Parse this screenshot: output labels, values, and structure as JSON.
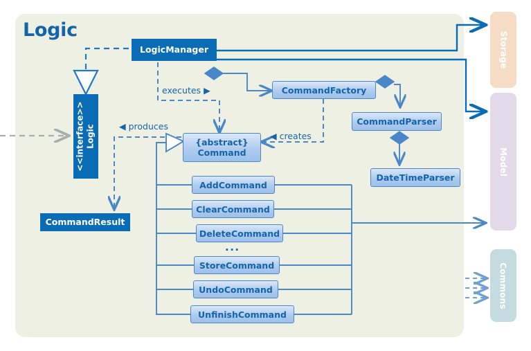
{
  "diagram": {
    "type": "uml-class-diagram",
    "panel": {
      "title": "Logic",
      "fill": "#eef0e3"
    },
    "colors": {
      "dark_box": "#0a6cb4",
      "light_box_border": "#4a87c8",
      "light_box_fill": "#aecbee",
      "text_blue": "#1464aa",
      "connector": "#3f7fc1",
      "connector_dark": "#0a6cb4",
      "external_arrow": "#9aa0a6",
      "storage_stub": "#f6dcc4",
      "model_stub": "#e2dae8",
      "commons_stub": "#c4dbdf"
    },
    "classes": [
      {
        "id": "logic-manager",
        "label": "LogicManager",
        "style": "solid"
      },
      {
        "id": "logic-interface",
        "stereotype": "<<interface>>",
        "label": "Logic",
        "style": "solid-vertical"
      },
      {
        "id": "command-result",
        "label": "CommandResult",
        "style": "solid"
      },
      {
        "id": "command",
        "stereotype": "{abstract}",
        "label": "Command",
        "style": "light"
      },
      {
        "id": "command-factory",
        "label": "CommandFactory",
        "style": "light"
      },
      {
        "id": "command-parser",
        "label": "CommandParser",
        "style": "light"
      },
      {
        "id": "date-time-parser",
        "label": "DateTimeParser",
        "style": "light"
      }
    ],
    "command_subclasses": [
      {
        "id": "add-command",
        "label": "AddCommand"
      },
      {
        "id": "clear-command",
        "label": "ClearCommand"
      },
      {
        "id": "delete-command",
        "label": "DeleteCommand"
      },
      {
        "id": "store-command",
        "label": "StoreCommand"
      },
      {
        "id": "undo-command",
        "label": "UndoCommand"
      },
      {
        "id": "unfinish-command",
        "label": "UnfinishCommand"
      }
    ],
    "subclass_ellipsis": "...",
    "edge_labels": [
      {
        "id": "executes",
        "text": "executes"
      },
      {
        "id": "produces",
        "text": "produces"
      },
      {
        "id": "creates",
        "text": "creates"
      }
    ],
    "external_components": [
      {
        "id": "storage",
        "label": "Storage"
      },
      {
        "id": "model",
        "label": "Model"
      },
      {
        "id": "commons",
        "label": "Commons"
      }
    ]
  }
}
